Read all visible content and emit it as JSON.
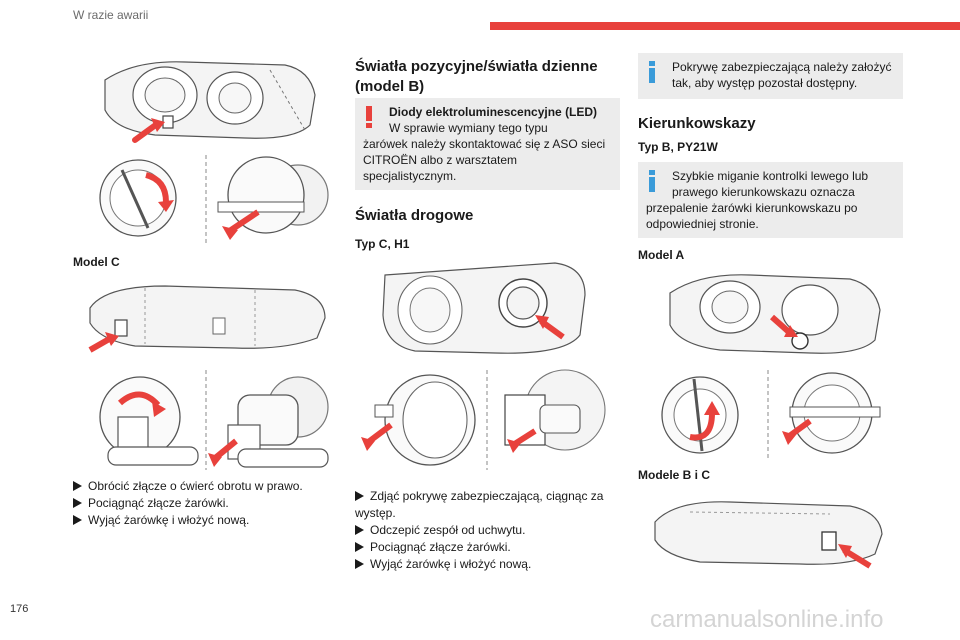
{
  "header": {
    "title": "W razie awarii",
    "accent_color": "#e8413c"
  },
  "page_number": "176",
  "watermark": "carmanualsonline.info",
  "col1": {
    "fig1_icon": "headlamp-connector-diagram",
    "fig2_icon": "bulb-cap-rotate-diagram",
    "caption_model_c": "Model C",
    "fig3_icon": "headlamp-rear-diagram",
    "fig4_icon": "connector-rotate-diagram",
    "steps": [
      "Obrócić złącze o ćwierć obrotu w prawo.",
      "Pociągnąć złącze żarówki.",
      "Wyjąć żarówkę i włożyć nową."
    ]
  },
  "col2": {
    "section_title": "Światła pozycyjne/światła dzienne (model B)",
    "warning": {
      "icon": "exclamation-icon",
      "title": "Diody elektroluminescencyjne (LED)",
      "text_first": "W sprawie wymiany tego typu",
      "text_rest": "żarówek należy skontaktować się z ASO sieci CITROËN albo z warsztatem specjalistycznym."
    },
    "section2_title": "Światła drogowe",
    "sub_title": "Typ C, H1",
    "fig1_icon": "headlamp-cover-diagram",
    "fig2_icon": "cover-removal-diagram",
    "steps": [
      "Zdjąć pokrywę zabezpieczającą, ciągnąc za występ.",
      "Odczepić zespół od uchwytu.",
      "Pociągnąć złącze żarówki.",
      "Wyjąć żarówkę i włożyć nową."
    ]
  },
  "col3": {
    "info1": {
      "icon": "info-icon",
      "text_first": "Pokrywę zabezpieczającą należy założyć",
      "text_rest": "tak, aby występ pozostał dostępny."
    },
    "section_title": "Kierunkowskazy",
    "sub_title": "Typ B, PY21W",
    "info2": {
      "icon": "info-icon",
      "text_first": "Szybkie miganie kontrolki lewego lub prawego kierunkowskazu oznacza",
      "text_rest": "przepalenie żarówki kierunkowskazu po odpowiedniej stronie."
    },
    "caption_model_a": "Model A",
    "fig1_icon": "headlamp-indicator-diagram",
    "fig2_icon": "indicator-cap-rotate-diagram",
    "caption_model_bc": "Modele B i C",
    "fig3_icon": "headlamp-indicator-bc-diagram"
  }
}
